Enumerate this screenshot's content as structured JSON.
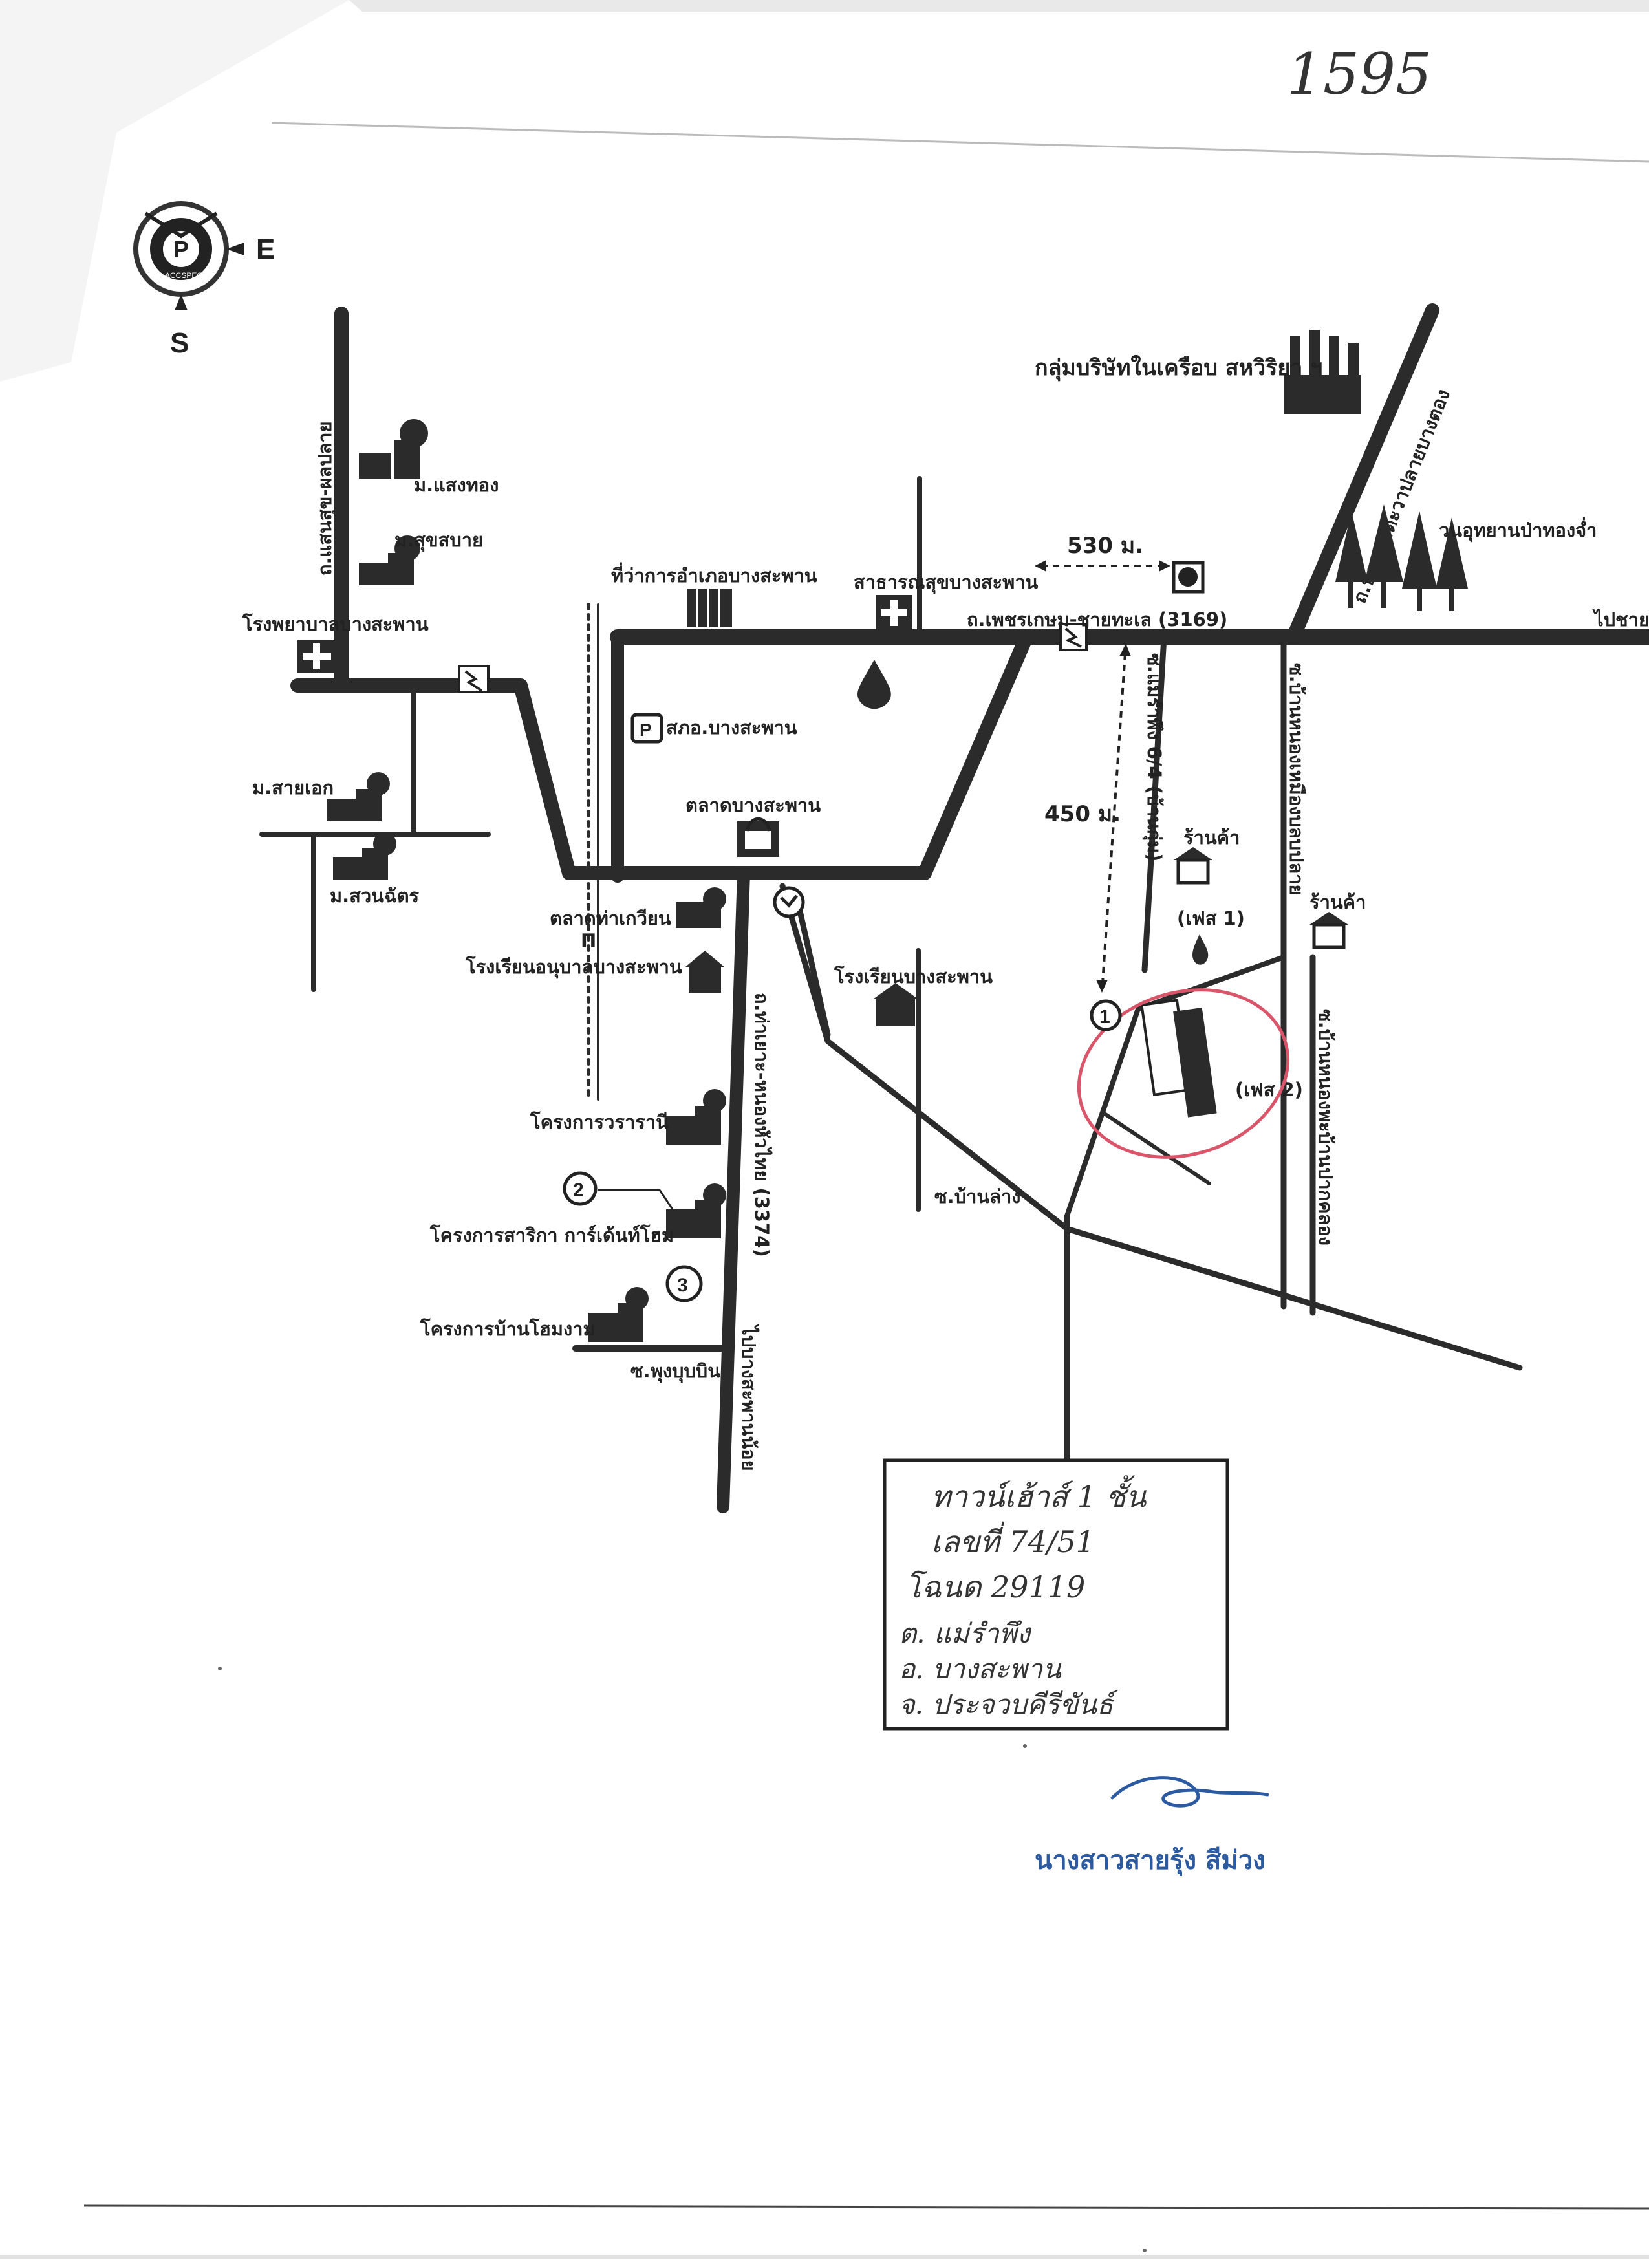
{
  "page_number": "1595",
  "compass": {
    "east": "E",
    "south": "S",
    "brand": "ACCSPEC"
  },
  "roads": {
    "phetkasem": "ถ.เพชรเกษม-ชายทะเล (3169)",
    "to_chaatale": "ไปชายทะเล",
    "maerampueng_soi": "ซ.แม่รำพึง 6/4 (บ้านกุ่ม)",
    "rama_road": "ถ.บ้านดาตะวาปลายบางตอง",
    "nakhonchai": "ถ.ท่าเยาะ-หนองหัวไทย (3374)",
    "khaolao_soi": "ซ.บ้านล่าง",
    "left_vertical": "ถ.แสนสุข-ผลปลาย",
    "right_vertical_a": "ซ.บ้านหนองเหมืองบลบปลาย",
    "right_vertical_b": "ซ.บ้านหนองพะบ้านปากคลอง",
    "pupuntun": "ซ.พุงบุบบิน",
    "to_bangsaphan_noi": "ไปบางสะพานน้อย"
  },
  "landmarks": {
    "factory": "กลุ่มบริษัทในเครือบ สหวิริยา ฯ",
    "district_office": "ที่ว่าการอำเภอบางสะพาน",
    "health_center": "สาธารณสุขบางสะพาน",
    "park": "วนอุทยานป่าทองจ่ำ",
    "hospital": "โรงพยาบาลบางสะพาน",
    "police": "สภอ.บางสะพาน",
    "market": "ตลาดบางสะพาน",
    "old_market": "ตลาดท่าเกวียน",
    "kindergarten": "โรงเรียนอนุบาลบางสะพาน",
    "school": "โรงเรียนบางสะพาน",
    "v_saengthong": "ม.แสงทอง",
    "v_sukhsabai": "ม.สุขสบาย",
    "v_saiek": "ม.สายเอก",
    "v_suanchat": "ม.สวนฉัตร",
    "proj_wararani": "โครงการวรารานี",
    "proj_sarika": "โครงการสาริกา การ์เด้นท์โฮม",
    "proj_home": "โครงการบ้านโฮมงาม",
    "shop_1": "ร้านค้า",
    "shop_2": "ร้านค้า",
    "phase_1": "(เฟส 1)",
    "phase_2": "(เฟส 2)"
  },
  "distances": {
    "d530": "530 ม.",
    "d450": "450 ม."
  },
  "markers": [
    "1",
    "2",
    "3"
  ],
  "handwritten_note": [
    "ทาวน์เฮ้าส์ 1 ชั้น",
    "เลขที่ 74/51",
    "โฉนด 29119",
    "ต. แม่รำพึง",
    "อ. บางสะพาน",
    "จ. ประจวบคีรีขันธ์"
  ],
  "signature_name": "นางสาวสายรุ้ง  สีม่วง",
  "colors": {
    "ink": "#2b2b2b",
    "signature_blue": "#2c5aa0",
    "circle_red": "#d9556a"
  }
}
